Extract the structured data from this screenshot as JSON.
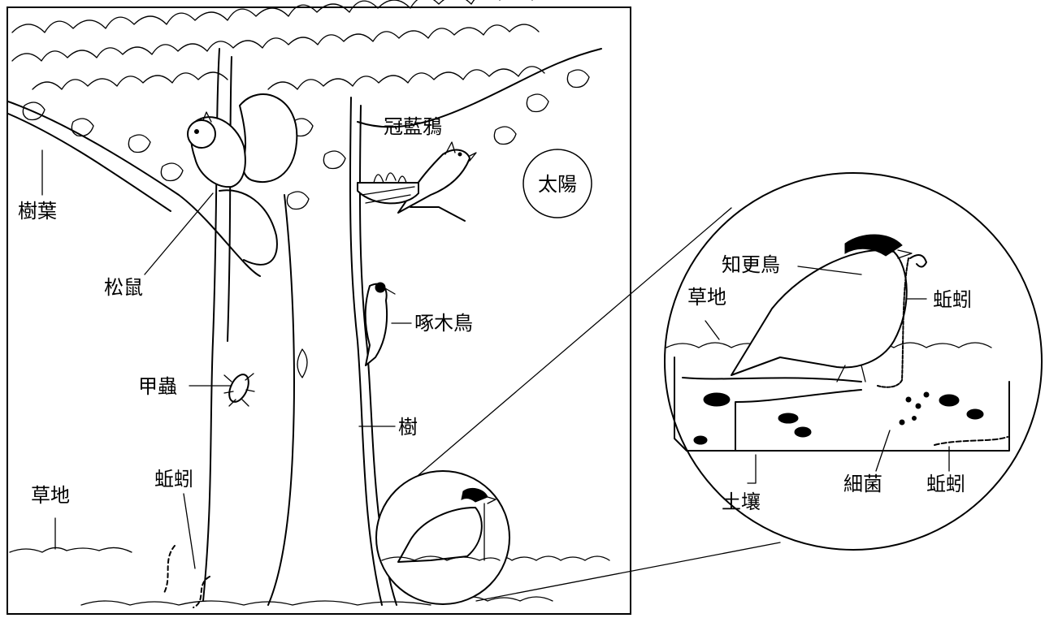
{
  "labels": {
    "leaves": "樹葉",
    "squirrel": "松鼠",
    "blue_jay": "冠藍鴉",
    "sun": "太陽",
    "woodpecker": "啄木鳥",
    "beetle": "甲蟲",
    "tree": "樹",
    "grass_left": "草地",
    "earthworm_left": "蚯蚓",
    "robin": "知更鳥",
    "grass_inset": "草地",
    "earthworm_inset_top": "蚯蚓",
    "soil": "土壤",
    "bacteria": "細菌",
    "earthworm_inset_bottom": "蚯蚓"
  }
}
